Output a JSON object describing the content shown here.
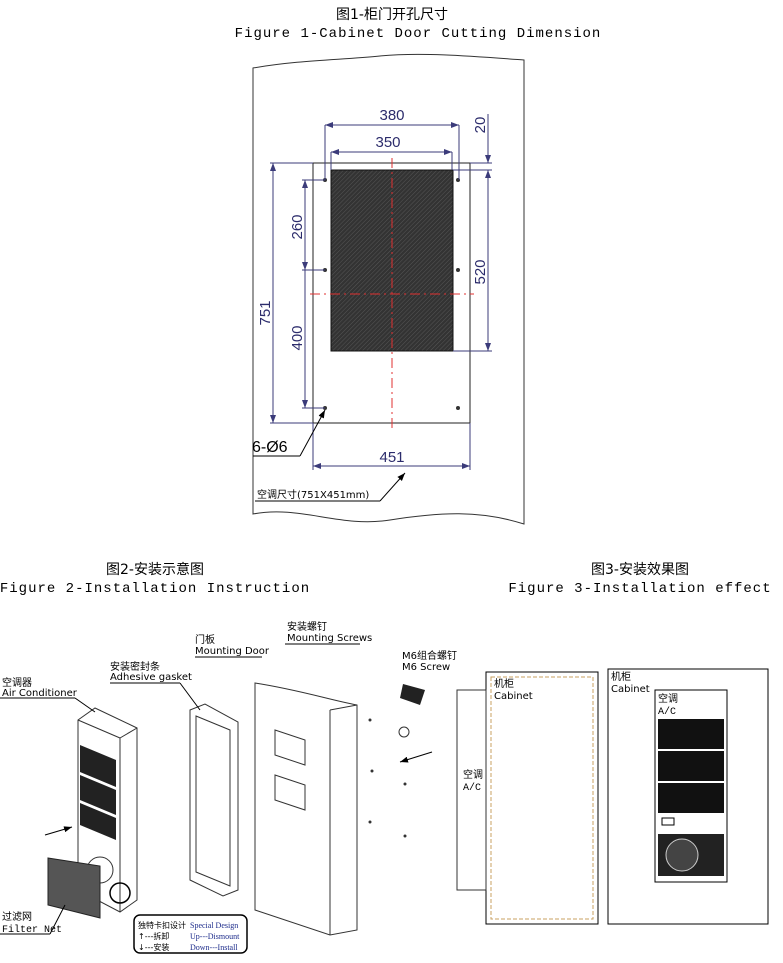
{
  "figure1": {
    "title_cn": "图1-柜门开孔尺寸",
    "title_en": "Figure 1-Cabinet Door Cutting Dimension",
    "dims": {
      "w380": "380",
      "w350": "350",
      "h20": "20",
      "h520": "520",
      "h751": "751",
      "h260": "260",
      "h400": "400",
      "w451": "451"
    },
    "holes_label": "6-Ø6",
    "size_label": "空调尺寸(751X451mm)"
  },
  "figure2": {
    "title_cn": "图2-安装示意图",
    "title_en": "Figure 2-Installation Instruction",
    "labels": {
      "ac_cn": "空调器",
      "ac_en": "Air Conditioner",
      "gasket_cn": "安装密封条",
      "gasket_en": "Adhesive gasket",
      "door_cn": "门板",
      "door_en": "Mounting Door",
      "screws_cn": "安装螺钉",
      "screws_en": "Mounting Screws",
      "m6_cn": "M6组合螺钉",
      "m6_en": "M6 Screw",
      "filter_cn": "过滤网",
      "filter_en": "Filter Net"
    },
    "legend": {
      "title_cn": "独特卡扣设计",
      "title_en": "Special Design",
      "up_cn": "↑---拆卸",
      "up_en": "Up---Dismount",
      "down_cn": "↓---安装",
      "down_en": "Down---Install"
    }
  },
  "figure3": {
    "title_cn": "图3-安装效果图",
    "title_en": "Figure 3-Installation effect",
    "labels": {
      "cab1_cn": "机柜",
      "cab1_en": "Cabinet",
      "ac1_cn": "空调",
      "ac1_en": "A/C",
      "cab2_cn": "机柜",
      "cab2_en": "Cabinet",
      "ac2_cn": "空调",
      "ac2_en": "A/C"
    }
  }
}
